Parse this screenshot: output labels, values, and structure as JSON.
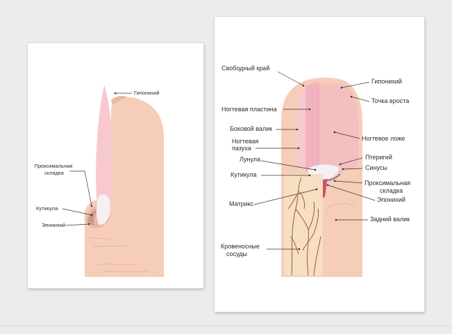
{
  "colors": {
    "skin": "#f6cdb8",
    "skin_shadow": "#edb9a3",
    "nail_plate": "#f7c9cf",
    "nail_free_edge": "#ee9fb7",
    "lunula": "#f5f0f2",
    "matrix": "#d94a5c",
    "bed": "#f4bfbf",
    "vessels_bg": "#f6dfc3",
    "vessels": "#8b3a22",
    "background": "#ececec"
  },
  "left_diagram": {
    "labels": {
      "hyponychium": "Гипонихий",
      "proximal_fold": "Проксимальная\nскладка",
      "cuticle": "Кутикула",
      "eponychium": "Эпонихий"
    }
  },
  "right_diagram": {
    "labels": {
      "free_edge": "Свободный край",
      "nail_plate": "Ногтевая пластина",
      "lateral_fold": "Боковой валик",
      "nail_groove": "Ногтевая\nпазуха",
      "lunula": "Лунула",
      "cuticle": "Кутикула",
      "matrix": "Матрикс",
      "blood_vessels": "Кровеносные\nсосуды",
      "hyponychium": "Гипонихий",
      "growth_point": "Точка вроста",
      "nail_bed": "Ногтевое ложе",
      "pterygium": "Птеригий",
      "sinuses": "Синусы",
      "proximal_fold": "Проксимальная\nскладка",
      "eponychium": "Эпонихий",
      "back_fold": "Задний валик"
    }
  }
}
